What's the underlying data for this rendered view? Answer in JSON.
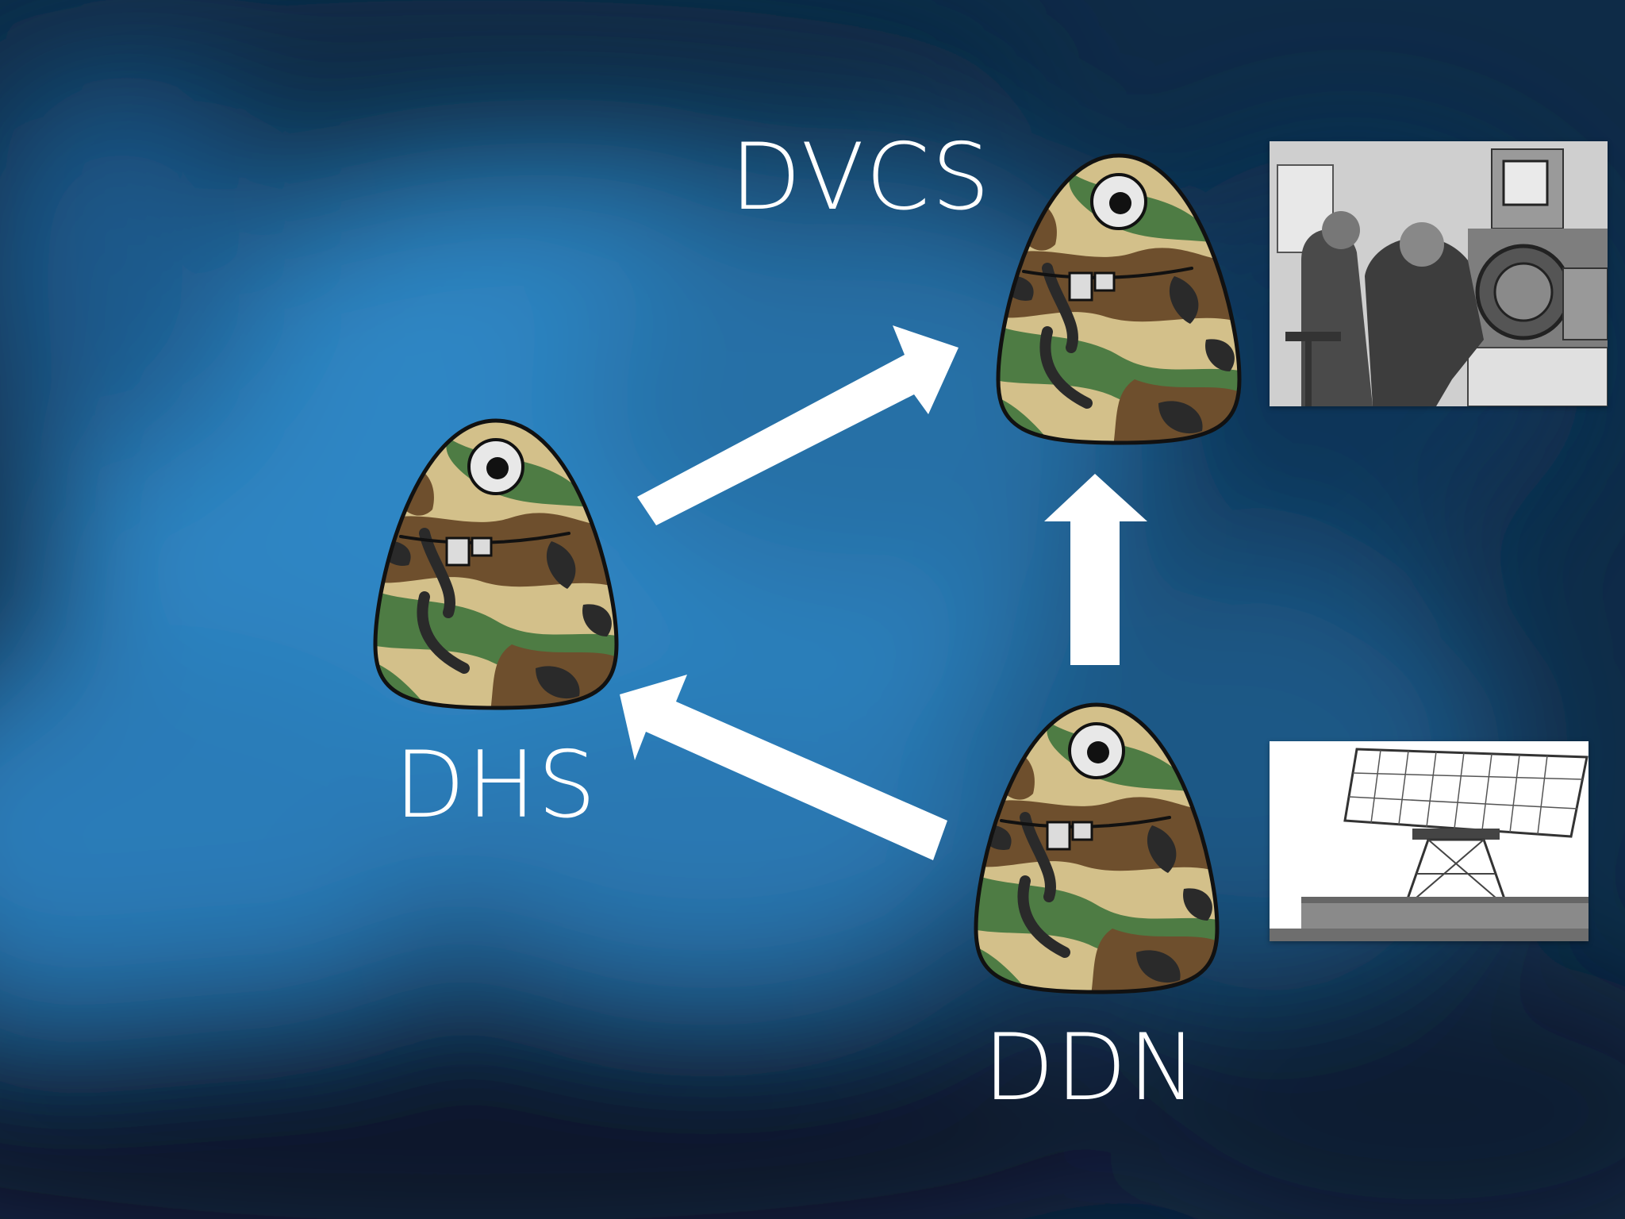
{
  "nodes": [
    {
      "id": "dvcs",
      "label": "DVCS"
    },
    {
      "id": "dhs",
      "label": "DHS"
    },
    {
      "id": "ddn",
      "label": "DDN"
    }
  ],
  "edges": [
    {
      "from": "dhs",
      "to": "dvcs"
    },
    {
      "from": "ddn",
      "to": "dvcs"
    },
    {
      "from": "ddn",
      "to": "dhs"
    }
  ],
  "colors": {
    "background_dark": "#0b2238",
    "background_light": "#2f86c4",
    "arrow": "#ffffff",
    "label": "#ffffff",
    "camo_base": "#d3c08a",
    "camo_brown": "#6e4f2d",
    "camo_green": "#4e7c44",
    "camo_black": "#2a2a2a"
  },
  "icons": {
    "mascot": "camouflage-one-eyed-blob-icon",
    "photo_operators": "radar-operators-console-photo",
    "photo_radar": "radar-antenna-tower-photo"
  }
}
